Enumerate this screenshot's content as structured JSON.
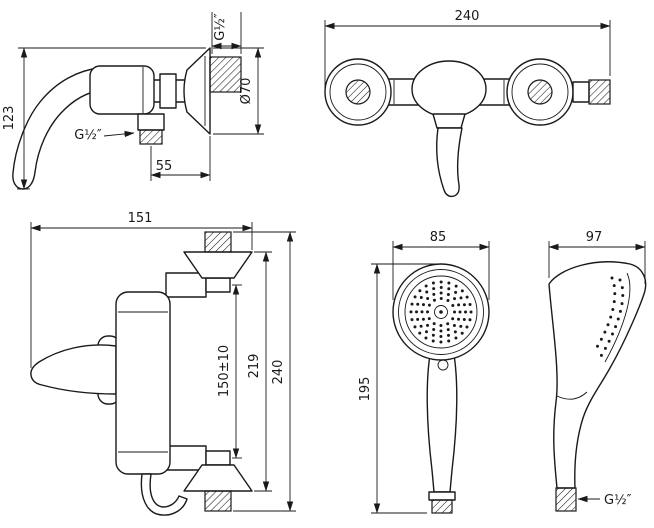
{
  "drawing": {
    "background": "#ffffff",
    "line_color": "#1a1a1a"
  },
  "views": {
    "mixer_side": {
      "label_height": "123",
      "label_top_thread": "G½″",
      "label_flange_diameter": "Ø70",
      "label_outlet_thread": "G½″",
      "label_wall_distance": "55"
    },
    "mixer_front": {
      "label_width": "240"
    },
    "mixer_profile": {
      "label_depth": "151",
      "label_connection_spacing": "150±10",
      "label_flange_span": "219",
      "label_total_height": "240"
    },
    "handshower_front": {
      "label_head_diameter": "85",
      "label_length": "195"
    },
    "handshower_side": {
      "label_depth": "97",
      "label_thread": "G½″"
    }
  }
}
